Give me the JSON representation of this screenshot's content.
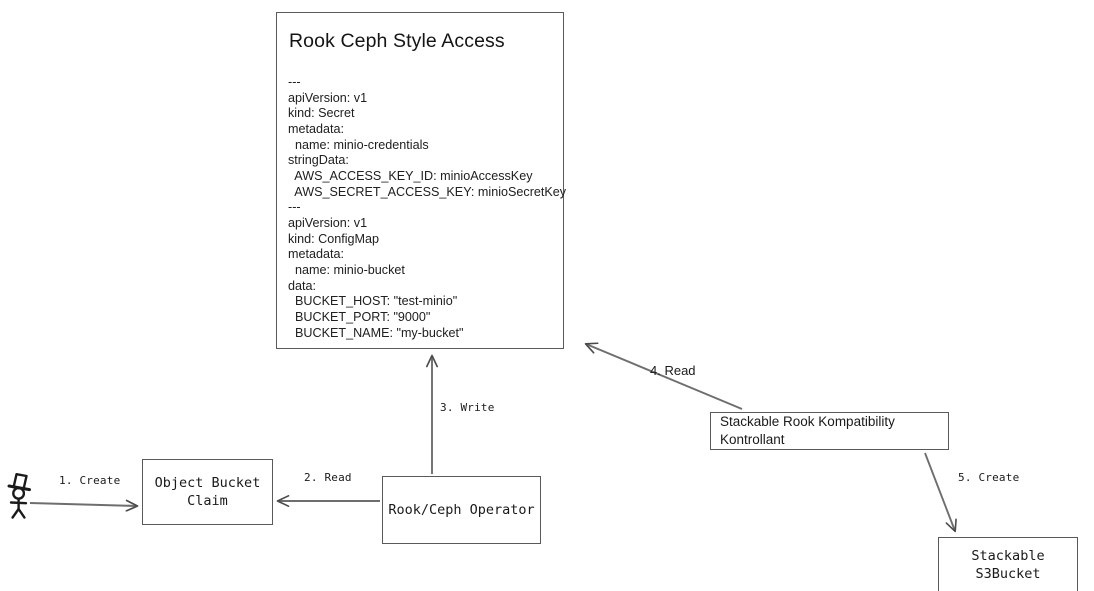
{
  "diagram": {
    "title_panel": {
      "name": "rook-ceph-style-access-panel",
      "title": "Rook Ceph Style Access",
      "body": "---\napiVersion: v1\nkind: Secret\nmetadata:\n  name: minio-credentials\nstringData:\n  AWS_ACCESS_KEY_ID: minioAccessKey\n  AWS_SECRET_ACCESS_KEY: minioSecretKey\n---\napiVersion: v1\nkind: ConfigMap\nmetadata:\n  name: minio-bucket\ndata:\n  BUCKET_HOST: \"test-minio\"\n  BUCKET_PORT: \"9000\"\n  BUCKET_NAME: \"my-bucket\""
    },
    "nodes": [
      {
        "id": "object-bucket-claim",
        "label": "Object Bucket\nClaim",
        "font": "mono"
      },
      {
        "id": "rook-ceph-operator",
        "label": "Rook/Ceph Operator",
        "font": "mono"
      },
      {
        "id": "srkk",
        "label": "Stackable Rook Kompatibility Kontrollant",
        "font": "sans"
      },
      {
        "id": "stackable-s3bucket",
        "label": "Stackable S3Bucket",
        "font": "mono"
      }
    ],
    "actor": {
      "name": "user-actor",
      "description": "stick-figure-with-top-hat"
    },
    "edges": [
      {
        "id": "1-create",
        "label": "1. Create",
        "font": "mono",
        "from": "user-actor",
        "to": "object-bucket-claim"
      },
      {
        "id": "2-read",
        "label": "2. Read",
        "font": "mono",
        "from": "rook-ceph-operator",
        "to": "object-bucket-claim"
      },
      {
        "id": "3-write",
        "label": "3. Write",
        "font": "mono",
        "from": "rook-ceph-operator",
        "to": "rook-ceph-style-access-panel"
      },
      {
        "id": "4-read",
        "label": "4. Read",
        "font": "sans",
        "from": "srkk",
        "to": "rook-ceph-style-access-panel"
      },
      {
        "id": "5-create",
        "label": "5. Create",
        "font": "mono",
        "from": "srkk",
        "to": "stackable-s3bucket"
      }
    ],
    "colors": {
      "stroke": "#5a5a5a",
      "arrow": "#4a4a4a",
      "text": "#1a1a1a",
      "background": "#ffffff"
    }
  }
}
